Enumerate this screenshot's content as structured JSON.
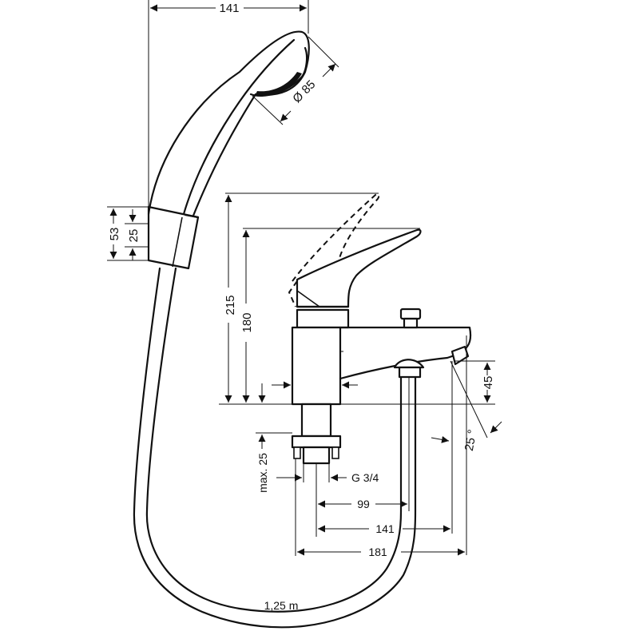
{
  "drawing": {
    "subject": "Single lever bath mixer with hand shower — dimension drawing",
    "units": "mm",
    "dimensions": {
      "handshower_width": "141",
      "handshower_head_diameter": "Ø 85",
      "holder_height": "53",
      "holder_inner": "25",
      "height_lever_open": "215",
      "height_lever_closed": "180",
      "spout_height": "45",
      "spout_angle": "25 °",
      "deck_thickness": "max. 25",
      "connection_thread": "G 3/4",
      "hose_offset": "99",
      "spout_outlet_offset": "141",
      "spout_projection": "181",
      "hose_length": "1,25 m"
    }
  }
}
